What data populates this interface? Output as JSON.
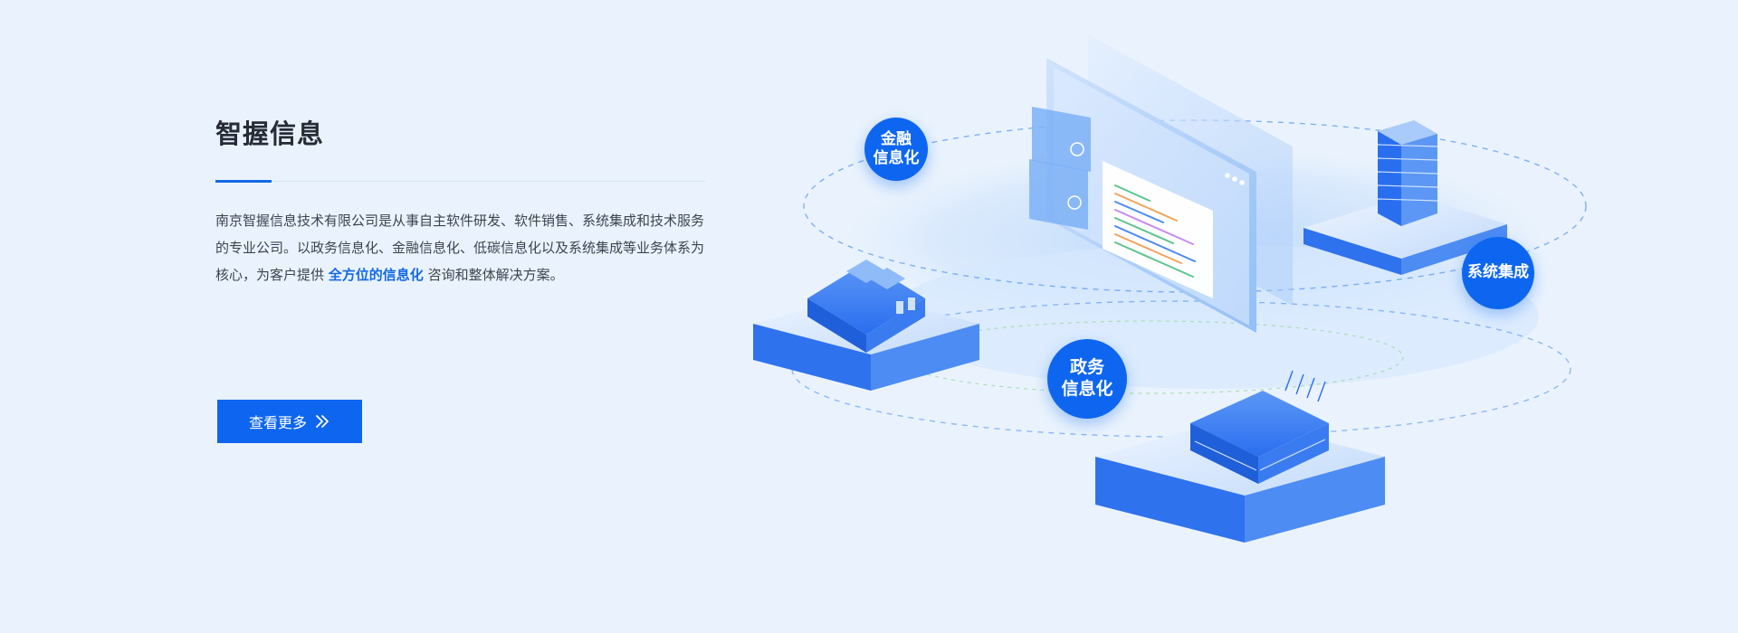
{
  "intro": {
    "title": "智握信息",
    "description_before": "南京智握信息技术有限公司是从事自主软件研发、软件销售、系统集成和技术服务的专业公司。以政务信息化、金融信息化、低碳信息化以及系统集成等业务体系为核心，为客户提供",
    "description_highlight": "全方位的信息化",
    "description_after": "咨询和整体解决方案。",
    "more_button_label": "查看更多",
    "more_button_icon": "double-chevron-right-icon"
  },
  "illustration": {
    "badges": {
      "finance": "金融\n信息化",
      "system": "系统集成",
      "gov": "政务\n信息化"
    }
  },
  "colors": {
    "accent": "#0e66f0",
    "background": "#eaf3fd",
    "title": "#262b36",
    "text": "#3d4350"
  }
}
